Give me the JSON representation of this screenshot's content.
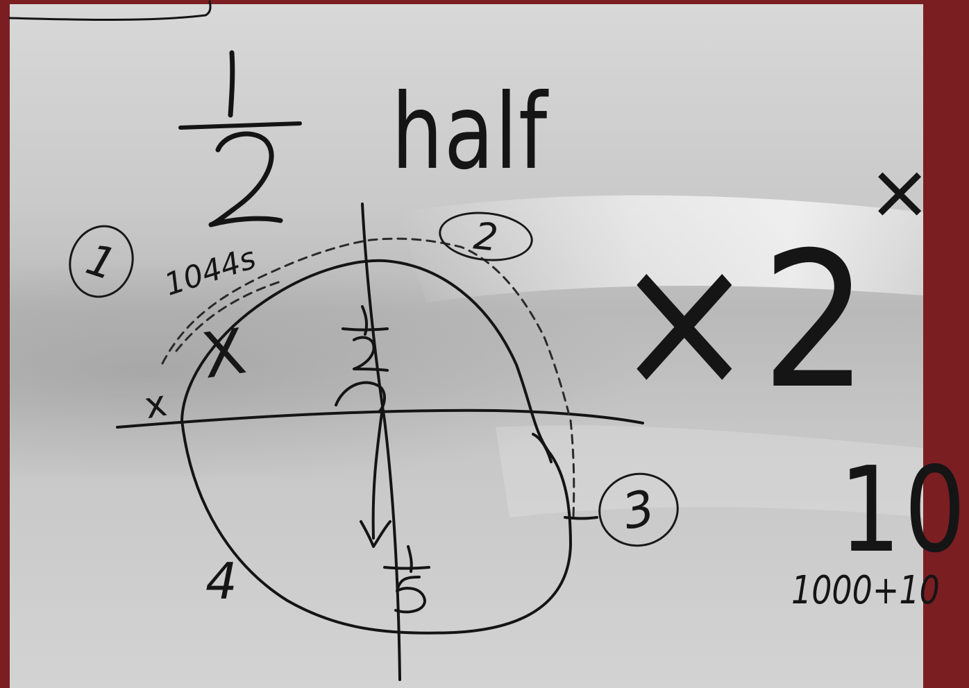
{
  "scene": {
    "description_tags": [
      "whiteboard",
      "handwriting"
    ],
    "colors": {
      "frame": "#7a1e22",
      "board": "#cfcfcf",
      "ink": "#141414"
    }
  },
  "fraction_main": {
    "numerator": "1",
    "denominator": "2"
  },
  "word_half": "half",
  "label_time": "1044s",
  "circled": {
    "one": "1",
    "two": "2",
    "three": "3"
  },
  "label_four": "4",
  "axis_fraction_top": {
    "numerator": "1",
    "denominator": "2"
  },
  "axis_fraction_bottom": {
    "numerator": "1",
    "denominator": "5"
  },
  "marks": {
    "x_left": "x",
    "x_upper": "X",
    "x_top_right": "×"
  },
  "right_side": {
    "times_two": "×2",
    "ten": "10",
    "sum_partial": "1000+10"
  }
}
